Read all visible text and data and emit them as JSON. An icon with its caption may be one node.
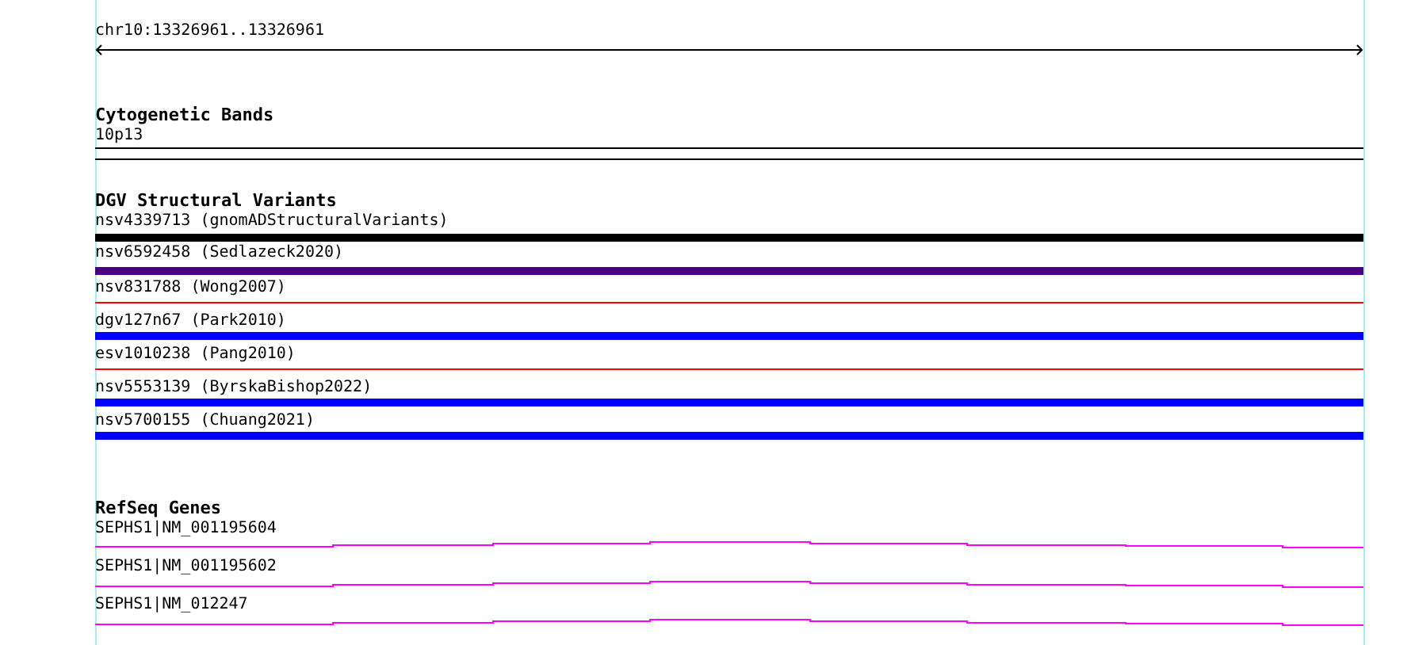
{
  "diagram": {
    "labels": [
      "chr10:13326961..13326961",
      "Cytogenetic Bands",
      "10p13",
      "DGV Structural Variants",
      "nsv4339713 (gnomADStructuralVariants)",
      "nsv6592458 (Sedlazeck2020)",
      "nsv831788 (Wong2007)",
      "dgv127n67 (Park2010)",
      "esv1010238 (Pang2010)",
      "nsv5553139 (ByrskaBishop2022)",
      "nsv5700155 (Chuang2021)",
      "RefSeq Genes",
      "SEPHS1|NM_001195604",
      "SEPHS1|NM_001195602",
      "SEPHS1|NM_012247"
    ]
  }
}
